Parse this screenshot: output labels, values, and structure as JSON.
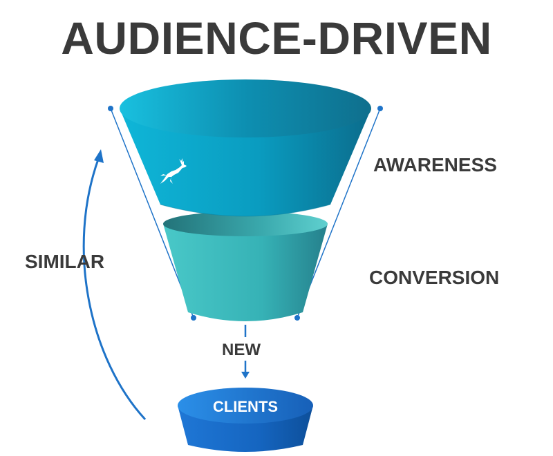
{
  "title": "AUDIENCE-DRIVEN",
  "stages": {
    "top": "AWARENESS",
    "middle": "CONVERSION",
    "flow_label": "NEW",
    "bottom": "CLIENTS",
    "loop_label": "SIMILAR"
  },
  "icons": {
    "logo": "leaping-deer-icon"
  },
  "colors": {
    "text": "#3a3a3a",
    "funnel_top": "#0aa0c4",
    "funnel_middle": "#3dbcc2",
    "clients_bowl": "#1a6fcf",
    "arrow": "#1e73c8"
  }
}
